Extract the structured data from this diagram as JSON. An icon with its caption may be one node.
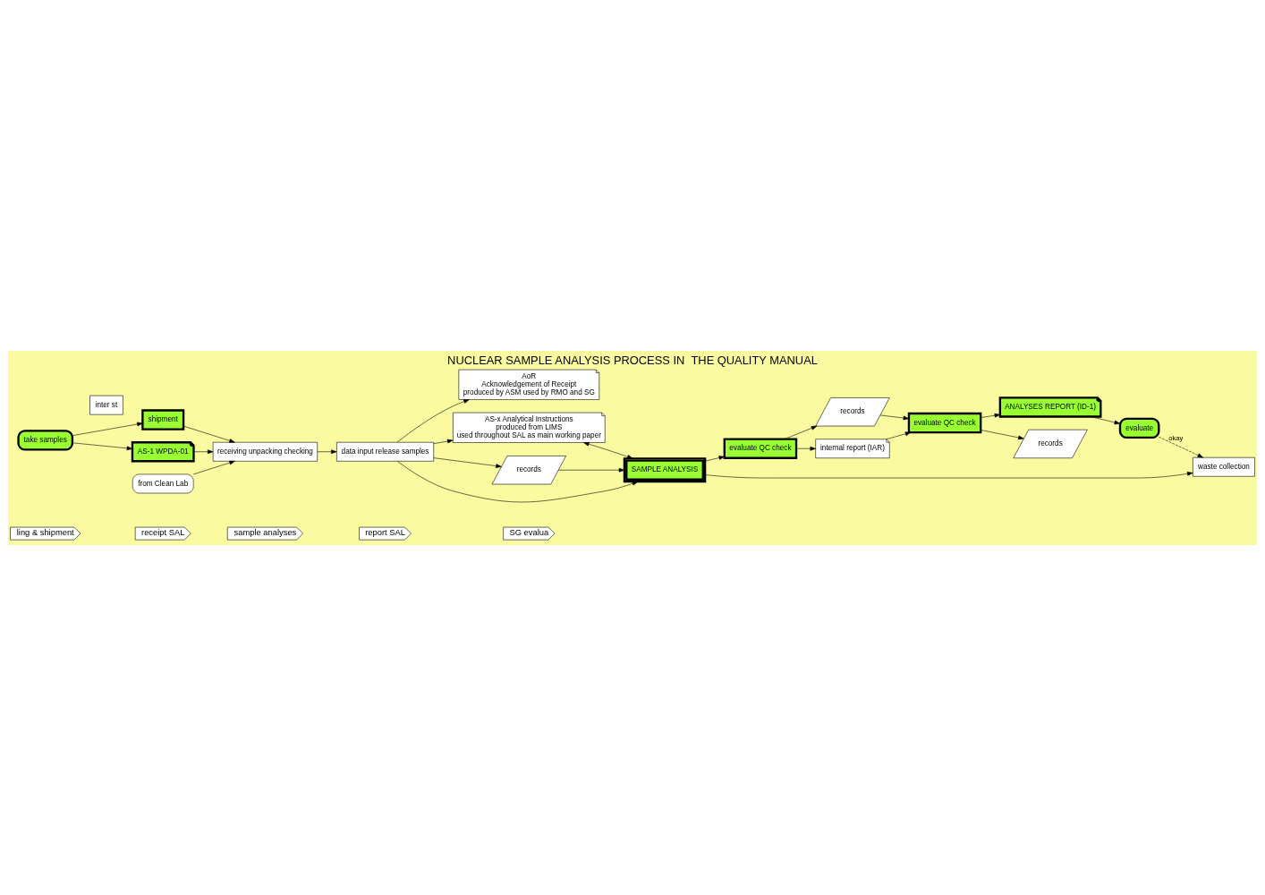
{
  "diagram": {
    "title": "NUCLEAR SAMPLE ANALYSIS PROCESS IN  THE QUALITY MANUAL",
    "nodes": [
      {
        "text": [
          "ling & shipment"
        ]
      },
      {
        "text": [
          "receipt SAL"
        ]
      },
      {
        "text": [
          "sample analyses"
        ]
      },
      {
        "text": [
          "report SAL"
        ]
      },
      {
        "text": [
          "SG evalua"
        ]
      },
      {
        "text": [
          "take samples"
        ]
      },
      {
        "text": [
          "shipment"
        ]
      },
      {
        "text": [
          "AS-1 WPDA-01"
        ]
      },
      {
        "text": [
          "from Clean Lab"
        ]
      },
      {
        "text": [
          "receiving unpacking checking"
        ]
      },
      {
        "text": [
          "AoR",
          "Acknowledgement of Receipt",
          "produced by ASM used by RMO and SG"
        ]
      },
      {
        "text": [
          "ANALYSES REPORT (ID-1)"
        ]
      },
      {
        "text": [
          "evaluate"
        ]
      },
      {
        "text": [
          "inter st"
        ]
      },
      {
        "text": [
          "AS-x Analytical Instructions",
          "produced from LIMS",
          "used throughout SAL as main working paper"
        ]
      },
      {
        "text": [
          "data input release samples"
        ]
      },
      {
        "text": [
          "evaluate QC check"
        ]
      },
      {
        "text": [
          "records"
        ]
      },
      {
        "text": [
          "records"
        ]
      },
      {
        "text": [
          "internal report (IAR)"
        ]
      },
      {
        "text": [
          "records"
        ]
      },
      {
        "text": [
          "SAMPLE ANALYSIS"
        ]
      },
      {
        "text": [
          "evaluate QC check"
        ]
      },
      {
        "text": [
          "waste collection"
        ]
      }
    ],
    "edges": [
      {
        "from": 5,
        "to": 7,
        "arrow": "to"
      },
      {
        "from": 5,
        "to": 6,
        "arrow": "to"
      },
      {
        "from": 6,
        "to": 9,
        "arrow": "to"
      },
      {
        "from": 7,
        "to": 9,
        "arrow": "to"
      },
      {
        "from": 8,
        "to": 9,
        "arrow": "to"
      },
      {
        "from": 9,
        "to": 15,
        "arrow": "to"
      },
      {
        "from": 15,
        "to": 10,
        "arrow": "to"
      },
      {
        "from": 15,
        "to": 14,
        "arrow": "to"
      },
      {
        "from": 15,
        "to": 17,
        "arrow": "to"
      },
      {
        "from": 15,
        "to": 21,
        "arrow": "to"
      },
      {
        "from": 14,
        "to": 21,
        "arrow": "both"
      },
      {
        "from": 17,
        "to": 21,
        "arrow": "to"
      },
      {
        "from": 21,
        "to": 22,
        "arrow": "to"
      },
      {
        "from": 22,
        "to": 18,
        "arrow": "to"
      },
      {
        "from": 18,
        "to": 16,
        "arrow": "to"
      },
      {
        "from": 22,
        "to": 19,
        "arrow": "to"
      },
      {
        "from": 19,
        "to": 16,
        "arrow": "to"
      },
      {
        "from": 16,
        "to": 20,
        "arrow": "to"
      },
      {
        "from": 16,
        "to": 11,
        "arrow": "to"
      },
      {
        "from": 11,
        "to": 12,
        "arrow": "to"
      },
      {
        "from": 12,
        "to": 23,
        "arrow": "to",
        "label": "okay",
        "style": "dashed"
      },
      {
        "from": 21,
        "to": 23,
        "arrow": "to"
      }
    ]
  }
}
